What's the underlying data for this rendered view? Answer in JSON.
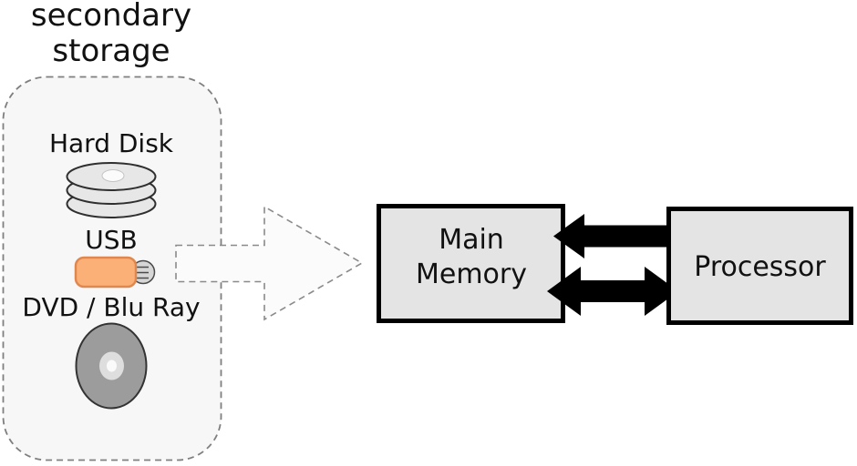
{
  "diagram": {
    "title": {
      "line1": "secondary",
      "line2": "storage"
    },
    "storage_items": [
      {
        "label": "Hard Disk"
      },
      {
        "label": "USB"
      },
      {
        "label": "DVD / Blu Ray"
      }
    ],
    "nodes": {
      "main_memory": {
        "line1": "Main",
        "line2": "Memory"
      },
      "processor": {
        "label": "Processor"
      }
    },
    "connections": [
      {
        "from": "secondary-storage",
        "to": "main-memory",
        "style": "dashed-outline-arrow",
        "direction": "right"
      },
      {
        "from": "processor",
        "to": "main-memory",
        "style": "solid-black-arrow",
        "direction": "left"
      },
      {
        "from": "main-memory",
        "to": "processor",
        "style": "solid-black-double-arrow",
        "direction": "both"
      }
    ],
    "colors": {
      "background": "#ffffff",
      "panel_fill": "#f7f7f7",
      "dash_stroke": "#7f7f7f",
      "node_fill": "#e4e4e4",
      "node_border": "#000000",
      "arrow_black": "#000000",
      "disk_fill": "#e7e7e7",
      "disk_stroke": "#2f2f2f",
      "usb_fill": "#fbb077",
      "usb_stroke": "#e0874e",
      "usb_plug_fill": "#d6d6d6",
      "dvd_fill": "#9c9c9c",
      "dvd_ring": "#dedede"
    }
  }
}
